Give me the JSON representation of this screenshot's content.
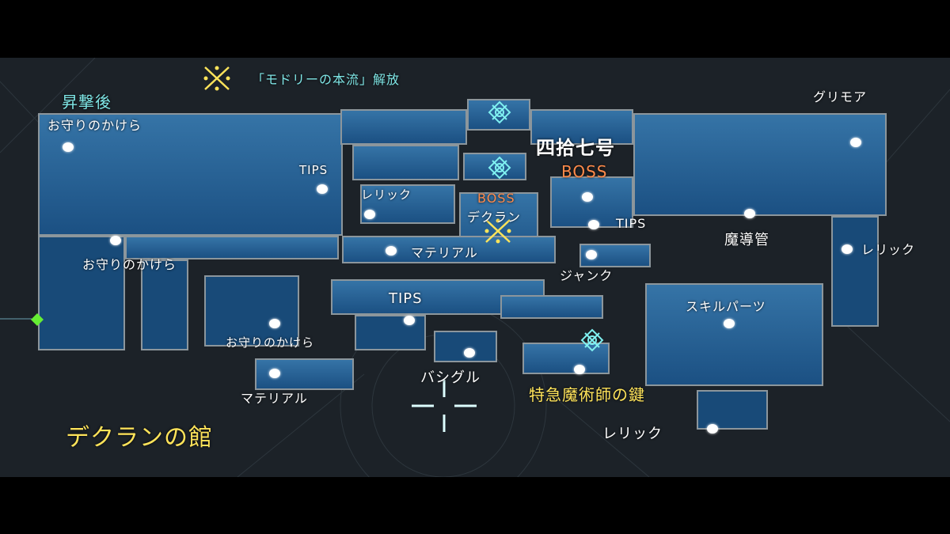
{
  "map": {
    "area_name": "デクランの館",
    "unlock_note": "「モドリーの本流」解放",
    "labels": {
      "shogekigo": "昇撃後",
      "omamori_1": "お守りのかけら",
      "omamori_2": "お守りのかけら",
      "omamori_3": "お守りのかけら",
      "tips_1": "TIPS",
      "tips_2": "TIPS",
      "tips_3": "TIPS",
      "relic_1": "レリック",
      "relic_2": "レリック",
      "relic_3": "レリック",
      "material_1": "マテリアル",
      "material_2": "マテリアル",
      "boss_small": "BOSS",
      "boss_small_name": "デクラン",
      "boss_main_name": "四拾七号",
      "boss_main": "BOSS",
      "junk": "ジャンク",
      "madokan": "魔導管",
      "grimoire": "グリモア",
      "skill_parts": "スキルパーツ",
      "basiguru": "バシグル",
      "key": "特急魔術師の鍵"
    },
    "colors": {
      "background": "#1c2228",
      "room_fill": "#1f5b8e",
      "room_border": "#8c969c",
      "label_white": "#ffffff",
      "label_cyan": "#7fe6e6",
      "label_yellow": "#ffe45a",
      "label_orange": "#ff8a4a",
      "save_point": "#66ee33",
      "seal_icon": "#7ff0f0"
    },
    "icons": [
      "sparkle-cross-icon",
      "seal-icon",
      "save-point-icon",
      "cursor-crosshair-icon",
      "item-dot-icon"
    ]
  }
}
